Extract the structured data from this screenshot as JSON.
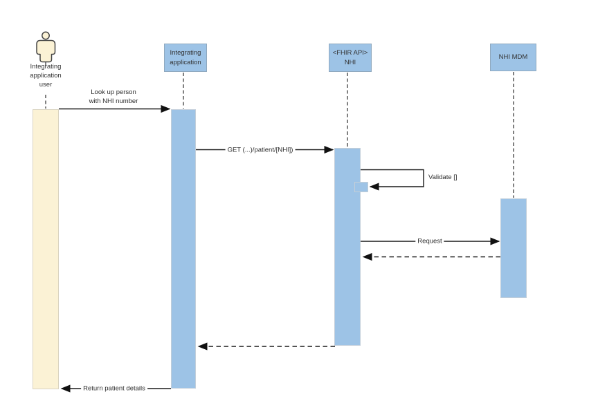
{
  "diagram": {
    "type": "sequence-diagram",
    "colors": {
      "participant_fill": "#9DC3E6",
      "activation_fill": "#9DC3E6",
      "actor_activation_fill": "#FBF2D5",
      "arrow_line": "#1A1A1A",
      "lifeline": "#3D3D3D",
      "text": "#333333",
      "background": "#FFFFFF"
    },
    "participants": {
      "user": {
        "type": "actor",
        "line1": "Integrating",
        "line2": "application",
        "line3": "user"
      },
      "app": {
        "type": "object",
        "line1": "Integrating",
        "line2": "application"
      },
      "fhir": {
        "type": "object",
        "line1": "<FHIR API>",
        "line2": "NHI"
      },
      "mdm": {
        "type": "object",
        "line1": "NHI MDM"
      }
    },
    "messages": {
      "lookup": {
        "from": "Integrating application user",
        "to": "Integrating application",
        "line1": "Look up person",
        "line2": "with NHI number",
        "style": "solid"
      },
      "get": {
        "from": "Integrating application",
        "to": "<FHIR API> NHI",
        "label": "GET (...)/patient/[NHI])",
        "style": "solid"
      },
      "validate": {
        "from": "<FHIR API> NHI",
        "to": "<FHIR API> NHI",
        "label": "Validate []",
        "style": "self"
      },
      "request": {
        "from": "<FHIR API> NHI",
        "to": "NHI MDM",
        "label": "Request",
        "style": "solid"
      },
      "mdm_response": {
        "from": "NHI MDM",
        "to": "<FHIR API> NHI",
        "label": "",
        "style": "dashed-return"
      },
      "fhir_response": {
        "from": "<FHIR API> NHI",
        "to": "Integrating application",
        "label": "",
        "style": "dashed-return"
      },
      "return_details": {
        "from": "Integrating application",
        "to": "Integrating application user",
        "label": "Return patient details",
        "style": "solid"
      }
    }
  }
}
